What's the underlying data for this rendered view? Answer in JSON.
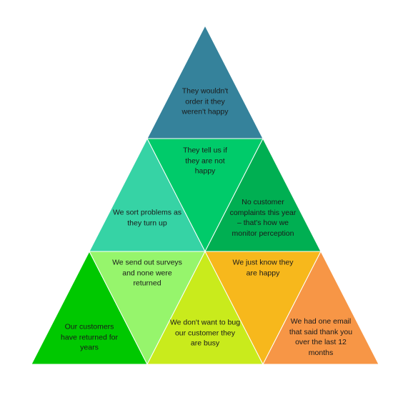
{
  "colors": {
    "top": "#35829B",
    "mid_left": "#36D3A5",
    "mid_center": "#00CB6A",
    "mid_right": "#00AF52",
    "bot_left": "#00C800",
    "bot_left_inner": "#96F56C",
    "bot_center": "#C9EB1C",
    "bot_right_inner": "#F7B81C",
    "bot_right": "#F79646"
  },
  "pyramid": {
    "top": "They wouldn't order it they weren't happy",
    "mid_left": "We sort problems as they turn up",
    "mid_center": "They tell us if they are not happy",
    "mid_right": "No customer complaints this year – that's how we monitor perception",
    "bot_left": "Our customers have returned for years",
    "bot_left_inner": "We send out surveys and none were returned",
    "bot_center": "We don't want to bug our customer they are busy",
    "bot_right_inner": "We just know they are happy",
    "bot_right": "We had one email that said thank you over the last 12 months"
  }
}
